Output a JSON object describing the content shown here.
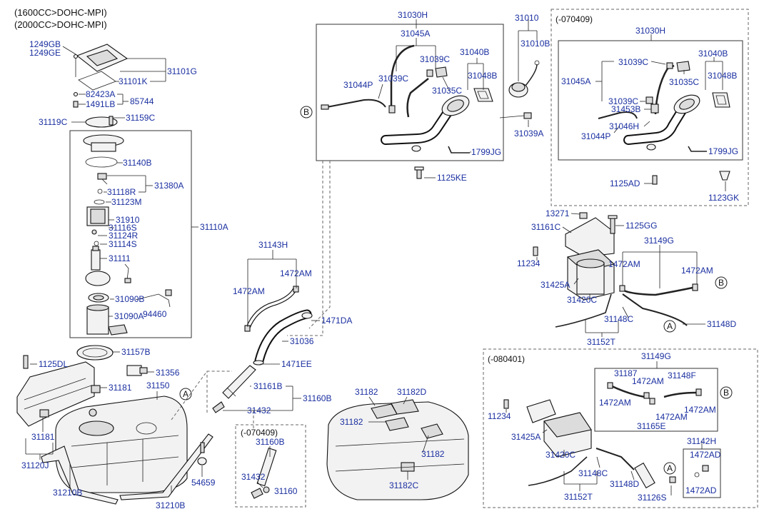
{
  "header": {
    "variant_lines": [
      "(1600CC>DOHC-MPI)",
      "(2000CC>DOHC-MPI)"
    ]
  },
  "colors": {
    "part_number": "#1a2fa0",
    "text": "#111111",
    "line": "#222222"
  },
  "callout_symbols": [
    "A",
    "B"
  ],
  "sections": {
    "alt_filler": "(-070409)",
    "alt_canister": "(-080401)",
    "alt_tube": "(-070409)"
  },
  "labels": {
    "p1249GB": "1249GB",
    "p1249GE": "1249GE",
    "p31101G": "31101G",
    "p31101K": "31101K",
    "p82423A": "82423A",
    "p85744": "85744",
    "p1491LB": "1491LB",
    "p31119C": "31119C",
    "p31159C": "31159C",
    "p31140B": "31140B",
    "p31118R": "31118R",
    "p31380A": "31380A",
    "p31123M": "31123M",
    "p31910": "31910",
    "p31116S": "31116S",
    "p31124R": "31124R",
    "p31114S": "31114S",
    "p31110A": "31110A",
    "p31111": "31111",
    "p31090B": "31090B",
    "p94460": "94460",
    "p31090A": "31090A",
    "p31157B": "31157B",
    "p1125DL": "1125DL",
    "p31356": "31356",
    "p31181a": "31181",
    "p31150": "31150",
    "p31181b": "31181",
    "p31120J": "31120J",
    "p31210Ba": "31210B",
    "p31210Bb": "31210B",
    "p54659": "54659",
    "p31143H": "31143H",
    "p1472AM_a": "1472AM",
    "p1472AM_b": "1472AM",
    "p1471DA": "1471DA",
    "p31036": "31036",
    "p1471EE": "1471EE",
    "p31161B": "31161B",
    "p31160B": "31160B",
    "p31432": "31432",
    "p31160B_alt": "31160B",
    "p31432_alt": "31432",
    "p31160_alt": "31160",
    "p31182a": "31182",
    "p31182D": "31182D",
    "p31182b": "31182",
    "p31182c": "31182",
    "p31182C": "31182C",
    "p31030H": "31030H",
    "p31045A": "31045A",
    "p31039Ca": "31039C",
    "p31040B": "31040B",
    "p31039Cb": "31039C",
    "p31048B": "31048B",
    "p31044P": "31044P",
    "p31035C": "31035C",
    "p31010": "31010",
    "p31010B": "31010B",
    "p31039A": "31039A",
    "p1799JG": "1799JG",
    "p1125KE": "1125KE",
    "p31030H_alt": "31030H",
    "p31039C_alt1": "31039C",
    "p31040B_alt": "31040B",
    "p31045A_alt": "31045A",
    "p31048B_alt": "31048B",
    "p31035C_alt": "31035C",
    "p31039C_alt2": "31039C",
    "p31453B": "31453B",
    "p31046H": "31046H",
    "p31044P_alt": "31044P",
    "p1799JG_alt": "1799JG",
    "p1125AD": "1125AD",
    "p1123GK": "1123GK",
    "p13271": "13271",
    "p31161C": "31161C",
    "p1125GG": "1125GG",
    "p31149G": "31149G",
    "p11234": "11234",
    "p1472AM_c": "1472AM",
    "p1472AM_d": "1472AM",
    "p31425A": "31425A",
    "p31420C": "31420C",
    "p31148C": "31148C",
    "p31148D": "31148D",
    "p31152T": "31152T",
    "p31149G_alt": "31149G",
    "p31187": "31187",
    "p1472AM_e": "1472AM",
    "p31148F": "31148F",
    "p1472AM_f": "1472AM",
    "p1472AM_g": "1472AM",
    "p1472AM_h": "1472AM",
    "p31165E": "31165E",
    "p11234_alt": "11234",
    "p31425A_alt": "31425A",
    "p31420C_alt": "31420C",
    "p31148C_alt": "31148C",
    "p31142H": "31142H",
    "p1472AD_a": "1472AD",
    "p31148D_alt": "31148D",
    "p31152T_alt": "31152T",
    "p31126S": "31126S",
    "p1472AD_b": "1472AD"
  }
}
